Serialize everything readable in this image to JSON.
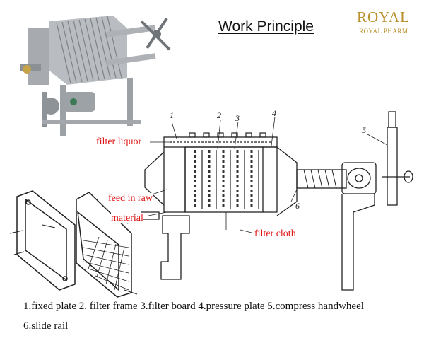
{
  "title": "Work Principle",
  "logo": {
    "brand": "ROYAL",
    "tagline": "ROYAL PHARM"
  },
  "labels": {
    "filter_liquor": "filter liquor",
    "feed_in_raw": "feed in raw",
    "material": "material",
    "filter_cloth": "filter cloth"
  },
  "part_numbers": [
    "1",
    "2",
    "3",
    "4",
    "5",
    "6"
  ],
  "legend": {
    "line1": "1.fixed plate  2. filter frame   3.filter board   4.pressure plate   5.compress handwheel",
    "line2": "6.slide rail"
  },
  "colors": {
    "label": "#e01414",
    "logo": "#b8902b"
  }
}
